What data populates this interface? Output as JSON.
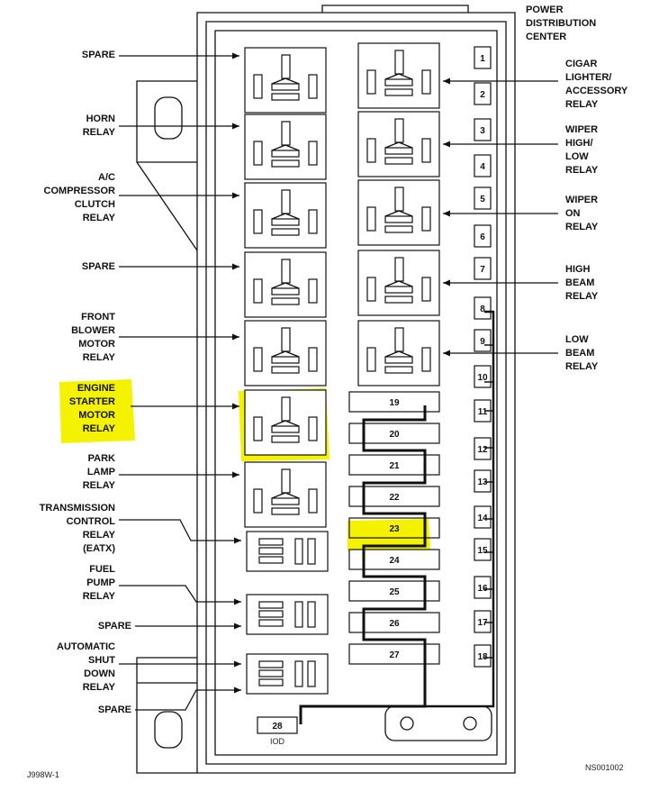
{
  "header": {
    "title_lines": [
      "POWER",
      "DISTRIBUTION",
      "CENTER"
    ]
  },
  "left_labels": [
    {
      "id": "spare-1",
      "lines": [
        "SPARE"
      ]
    },
    {
      "id": "horn-relay",
      "lines": [
        "HORN",
        "RELAY"
      ]
    },
    {
      "id": "ac-compressor-clutch-relay",
      "lines": [
        "A/C",
        "COMPRESSOR",
        "CLUTCH",
        "RELAY"
      ]
    },
    {
      "id": "spare-2",
      "lines": [
        "SPARE"
      ]
    },
    {
      "id": "front-blower-motor-relay",
      "lines": [
        "FRONT",
        "BLOWER",
        "MOTOR",
        "RELAY"
      ]
    },
    {
      "id": "engine-starter-motor-relay",
      "lines": [
        "ENGINE",
        "STARTER",
        "MOTOR",
        "RELAY"
      ],
      "highlighted": true
    },
    {
      "id": "park-lamp-relay",
      "lines": [
        "PARK",
        "LAMP",
        "RELAY"
      ]
    },
    {
      "id": "transmission-control-relay",
      "lines": [
        "TRANSMISSION",
        "CONTROL",
        "RELAY",
        "(EATX)"
      ]
    },
    {
      "id": "fuel-pump-relay",
      "lines": [
        "FUEL",
        "PUMP",
        "RELAY"
      ]
    },
    {
      "id": "spare-3",
      "lines": [
        "SPARE"
      ]
    },
    {
      "id": "automatic-shut-down-relay",
      "lines": [
        "AUTOMATIC",
        "SHUT",
        "DOWN",
        "RELAY"
      ]
    },
    {
      "id": "spare-4",
      "lines": [
        "SPARE"
      ]
    }
  ],
  "right_labels": [
    {
      "id": "cigar-lighter-accessory-relay",
      "lines": [
        "CIGAR",
        "LIGHTER/",
        "ACCESSORY",
        "RELAY"
      ]
    },
    {
      "id": "wiper-high-low-relay",
      "lines": [
        "WIPER",
        "HIGH/",
        "LOW",
        "RELAY"
      ]
    },
    {
      "id": "wiper-on-relay",
      "lines": [
        "WIPER",
        "ON",
        "RELAY"
      ]
    },
    {
      "id": "high-beam-relay",
      "lines": [
        "HIGH",
        "BEAM",
        "RELAY"
      ]
    },
    {
      "id": "low-beam-relay",
      "lines": [
        "LOW",
        "BEAM",
        "RELAY"
      ]
    }
  ],
  "small_fuses": [
    "1",
    "2",
    "3",
    "4",
    "5",
    "6",
    "7",
    "8",
    "9",
    "10",
    "11",
    "12",
    "13",
    "14",
    "15",
    "16",
    "17",
    "18"
  ],
  "large_fuses": [
    {
      "label": "19"
    },
    {
      "label": "20"
    },
    {
      "label": "21"
    },
    {
      "label": "22"
    },
    {
      "label": "23",
      "highlighted": true
    },
    {
      "label": "24"
    },
    {
      "label": "25"
    },
    {
      "label": "26"
    },
    {
      "label": "27"
    }
  ],
  "bottom_fuse": {
    "label": "28",
    "sublabel": "IOD"
  },
  "footer": {
    "left_code": "J998W-1",
    "right_code": "NS001002"
  },
  "colors": {
    "highlight": "#f5f200",
    "line": "#111111",
    "background": "#ffffff"
  }
}
